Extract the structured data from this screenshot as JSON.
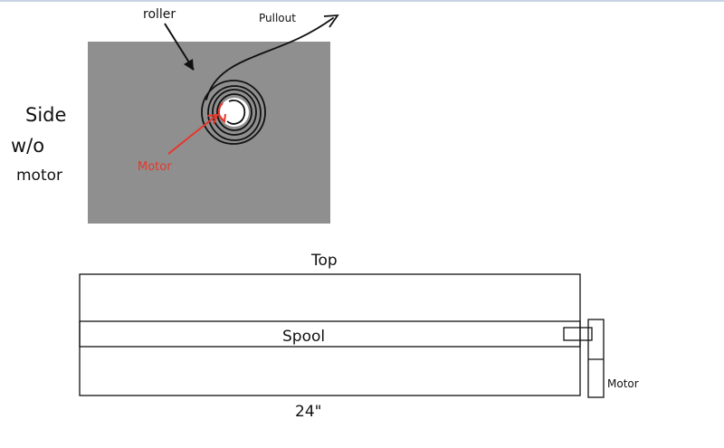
{
  "side_view": {
    "label_line1": "Side",
    "label_line2": "w/o",
    "label_line3": "motor",
    "roller_label": "roller",
    "pullout_label": "Pullout",
    "motor_label": "Motor",
    "panel_color": "#8f8f8f",
    "motor_color": "#e8362b"
  },
  "top_view": {
    "title": "Top",
    "spool_label": "Spool",
    "motor_label": "Motor",
    "dimension_label": "24\""
  }
}
